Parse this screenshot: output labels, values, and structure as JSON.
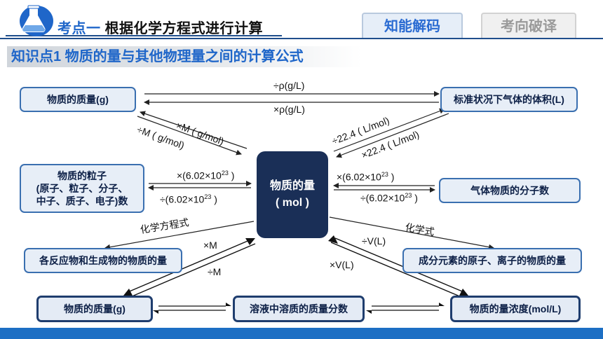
{
  "header": {
    "kaodian": "考点一",
    "title": "根据化学方程式进行计算",
    "tab_active": "知能解码",
    "tab_inactive": "考向破译"
  },
  "section_title": "知识点1  物质的量与其他物理量之间的计算公式",
  "center": {
    "line1": "物质的量",
    "line2": "( mol )"
  },
  "boxes": {
    "mass_top": "物质的质量(g)",
    "gas_volume": "标准状况下气体的体积(L)",
    "particles_l1": "物质的粒子",
    "particles_l2": "(原子、粒子、分子、",
    "particles_l3": "中子、质子、电子)数",
    "gas_molecules": "气体物质的分子数",
    "reactants": "各反应物和生成物的物质的量",
    "atoms_ions": "成分元素的原子、离子的物质的量",
    "mass_bottom": "物质的质量(g)",
    "mass_fraction": "溶液中溶质的质量分数",
    "concentration": "物质的量浓度(mol/L)"
  },
  "labels": {
    "div_rho": "÷ρ(g/L)",
    "mul_rho": "×ρ(g/L)",
    "mul_M_diag": "×M ( g/mol)",
    "div_M_diag": "÷M ( g/mol)",
    "div_22": "÷22.4 ( L/mol)",
    "mul_22": "×22.4 ( L/mol)",
    "mul_NA_left": "×(6.02×10",
    "div_NA_left": "÷(6.02×10",
    "mul_NA_right": "×(6.02×10",
    "div_NA_right": "÷(6.02×10",
    "exp": "23",
    "close": " )",
    "equation": "化学方程式",
    "formula": "化学式",
    "mul_M": "×M",
    "div_M": "÷M",
    "div_V": "÷V(L)",
    "mul_V": "×V(L)"
  },
  "colors": {
    "accent": "#1f66c9",
    "dark": "#1a2f57",
    "bottom_bar": "#1d6fc4"
  }
}
